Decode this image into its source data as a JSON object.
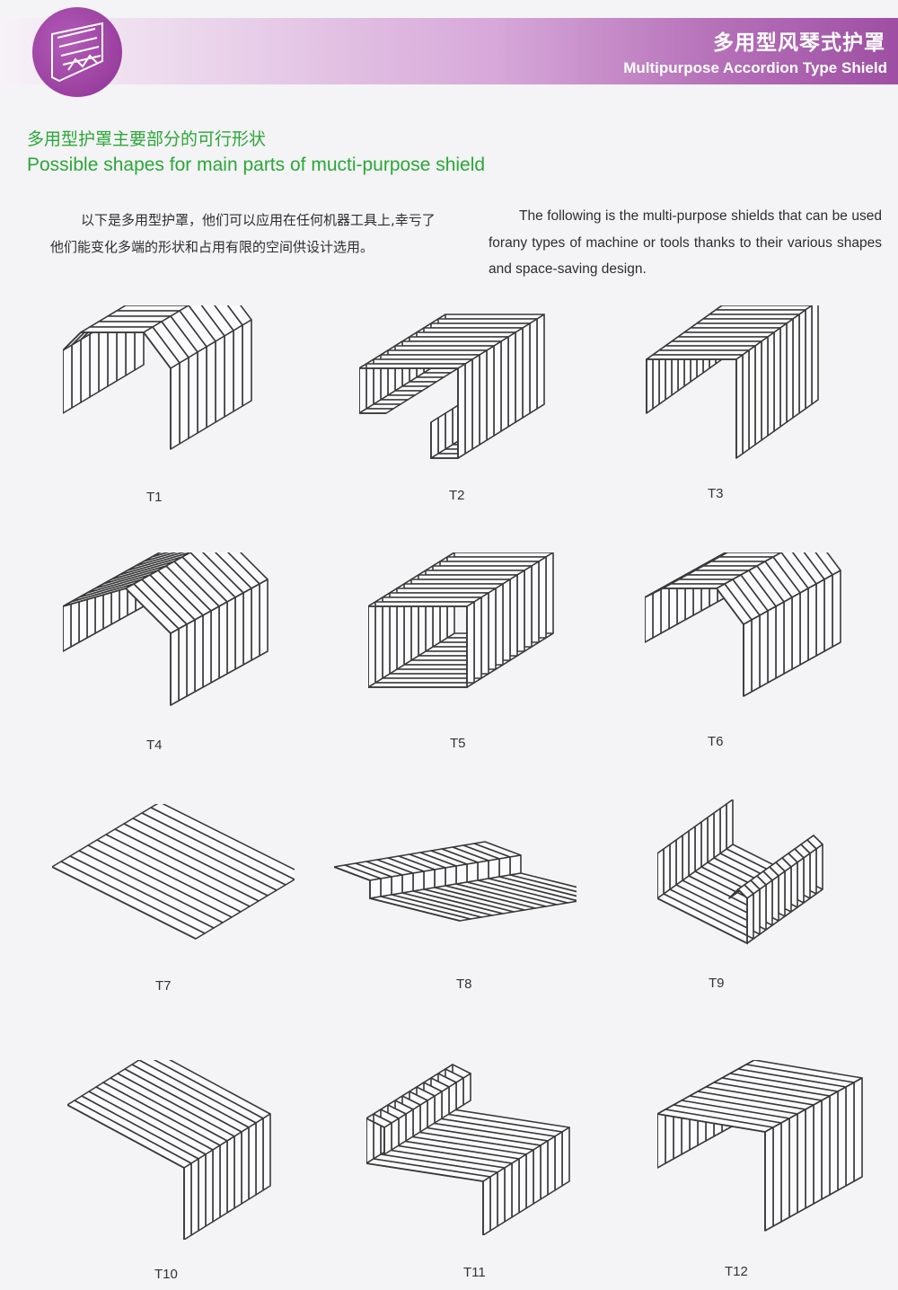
{
  "header": {
    "title_zh": "多用型风琴式护罩",
    "title_en": "Multipurpose Accordion Type Shield",
    "icon": "accordion-shield-icon",
    "colors": {
      "band_start": "#f7f2f8",
      "band_end": "#9e4fa3",
      "circle": "#9a3f9f"
    }
  },
  "section": {
    "title_zh": "多用型护罩主要部分的可行形状",
    "title_en": "Possible shapes for main parts of mucti-purpose shield",
    "color": "#2aa836"
  },
  "intro": {
    "zh": "以下是多用型护罩，他们可以应用在任何机器工具上,幸亏了他们能变化多端的形状和占用有限的空间供设计选用。",
    "en": "The following is the multi-purpose shields that can be used forany types of machine or tools thanks to their various shapes and space-saving design."
  },
  "shapes": [
    {
      "label": "T1",
      "type": "arch-round"
    },
    {
      "label": "T2",
      "type": "box-c"
    },
    {
      "label": "T3",
      "type": "u-open"
    },
    {
      "label": "T4",
      "type": "arch-gable"
    },
    {
      "label": "T5",
      "type": "frame-closed"
    },
    {
      "label": "T6",
      "type": "u-chamfer"
    },
    {
      "label": "T7",
      "type": "flat"
    },
    {
      "label": "T8",
      "type": "flat-step"
    },
    {
      "label": "T9",
      "type": "l-hook"
    },
    {
      "label": "T10",
      "type": "l-shape"
    },
    {
      "label": "T11",
      "type": "box-c-lip"
    },
    {
      "label": "T12",
      "type": "u-deep"
    }
  ]
}
